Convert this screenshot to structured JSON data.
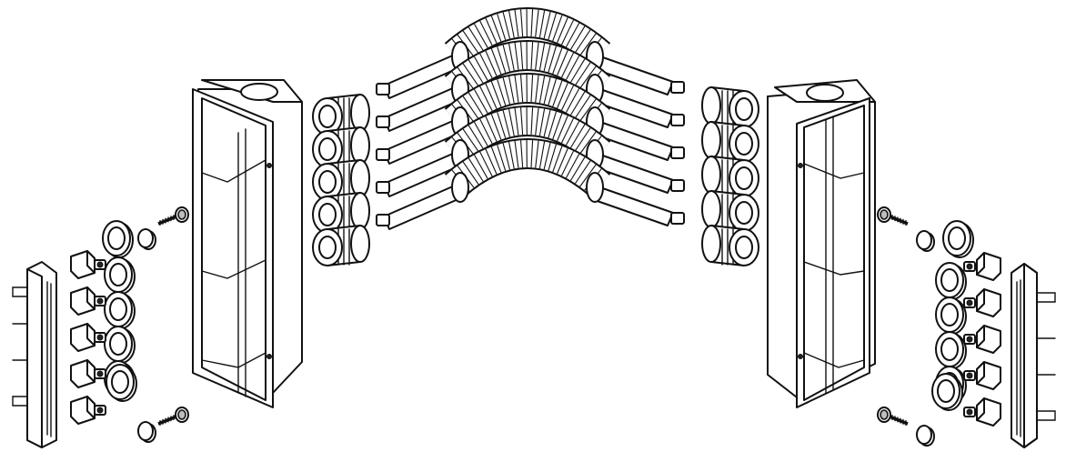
{
  "figure": {
    "colors": {
      "line": "#111111",
      "fill": "#ffffff",
      "shade": "#bdbdbd"
    },
    "parts": {
      "wall_boxes": 2,
      "flexible_conduits": 5,
      "threaded_fittings_per_side": 5,
      "lock_rings_per_side": 6,
      "clips_per_side": 5,
      "mounting_rails": 2,
      "screw_sets_per_side": 2
    },
    "labels": []
  }
}
